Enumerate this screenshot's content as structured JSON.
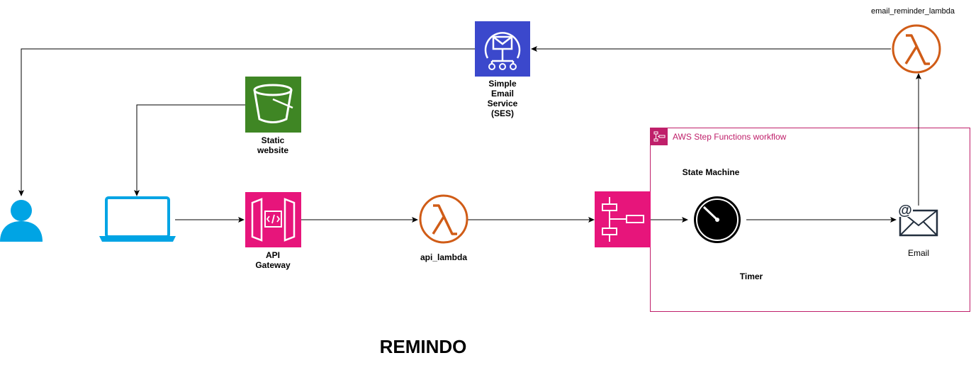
{
  "diagram": {
    "title": "REMINDO",
    "colors": {
      "lambda": "#d05c17",
      "ses": "#3b48cc",
      "s3": "#3f8624",
      "api_gateway": "#e7157b",
      "step_functions": "#e7157b",
      "laptop_user": "#00a4e4",
      "group_border": "#bf1f6a",
      "edge": "#000000"
    },
    "nodes": {
      "user": {
        "icon": "user-icon"
      },
      "laptop": {
        "icon": "laptop-icon"
      },
      "s3": {
        "icon": "bucket-icon",
        "label": "Static\nwebsite"
      },
      "ses": {
        "icon": "email-service-icon",
        "label": "Simple\nEmail\nService\n(SES)"
      },
      "api_gateway": {
        "icon": "api-gateway-icon",
        "label": "API\nGateway"
      },
      "api_lambda": {
        "icon": "lambda-icon",
        "label": "api_lambda"
      },
      "step_functions": {
        "icon": "step-functions-icon"
      },
      "timer": {
        "icon": "timer-icon",
        "label": "Timer"
      },
      "email": {
        "icon": "email-icon",
        "label": "Email"
      },
      "email_lambda": {
        "icon": "lambda-icon",
        "label": "email_reminder_lambda"
      }
    },
    "group": {
      "label": "AWS Step Functions workflow",
      "sublabel": "State Machine"
    }
  }
}
